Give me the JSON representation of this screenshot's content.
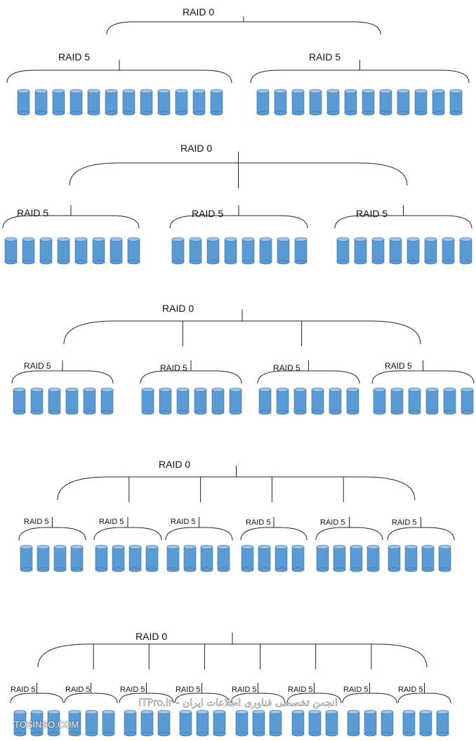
{
  "labels": {
    "raid0": "RAID 0",
    "raid5": "RAID 5"
  },
  "watermark": {
    "center": "انجمن تخصصی فناوری اطلاعات ایران - ITPro.ir",
    "corner": "TOSINSO.COM"
  },
  "colors": {
    "disk_body": "#5b9bd5",
    "disk_top": "#9dc3e6",
    "disk_edge": "#41719c",
    "bracket": "#222222"
  },
  "configurations": [
    {
      "raid5_groups": 2,
      "disks_per_group": [
        12,
        12
      ]
    },
    {
      "raid5_groups": 3,
      "disks_per_group": [
        8,
        8,
        8
      ]
    },
    {
      "raid5_groups": 4,
      "disks_per_group": [
        6,
        6,
        6,
        6
      ]
    },
    {
      "raid5_groups": 6,
      "disks_per_group": [
        4,
        4,
        4,
        4,
        4,
        4
      ]
    },
    {
      "raid5_groups": 8,
      "disks_per_group": [
        3,
        3,
        3,
        3,
        3,
        3,
        3,
        3
      ]
    }
  ]
}
